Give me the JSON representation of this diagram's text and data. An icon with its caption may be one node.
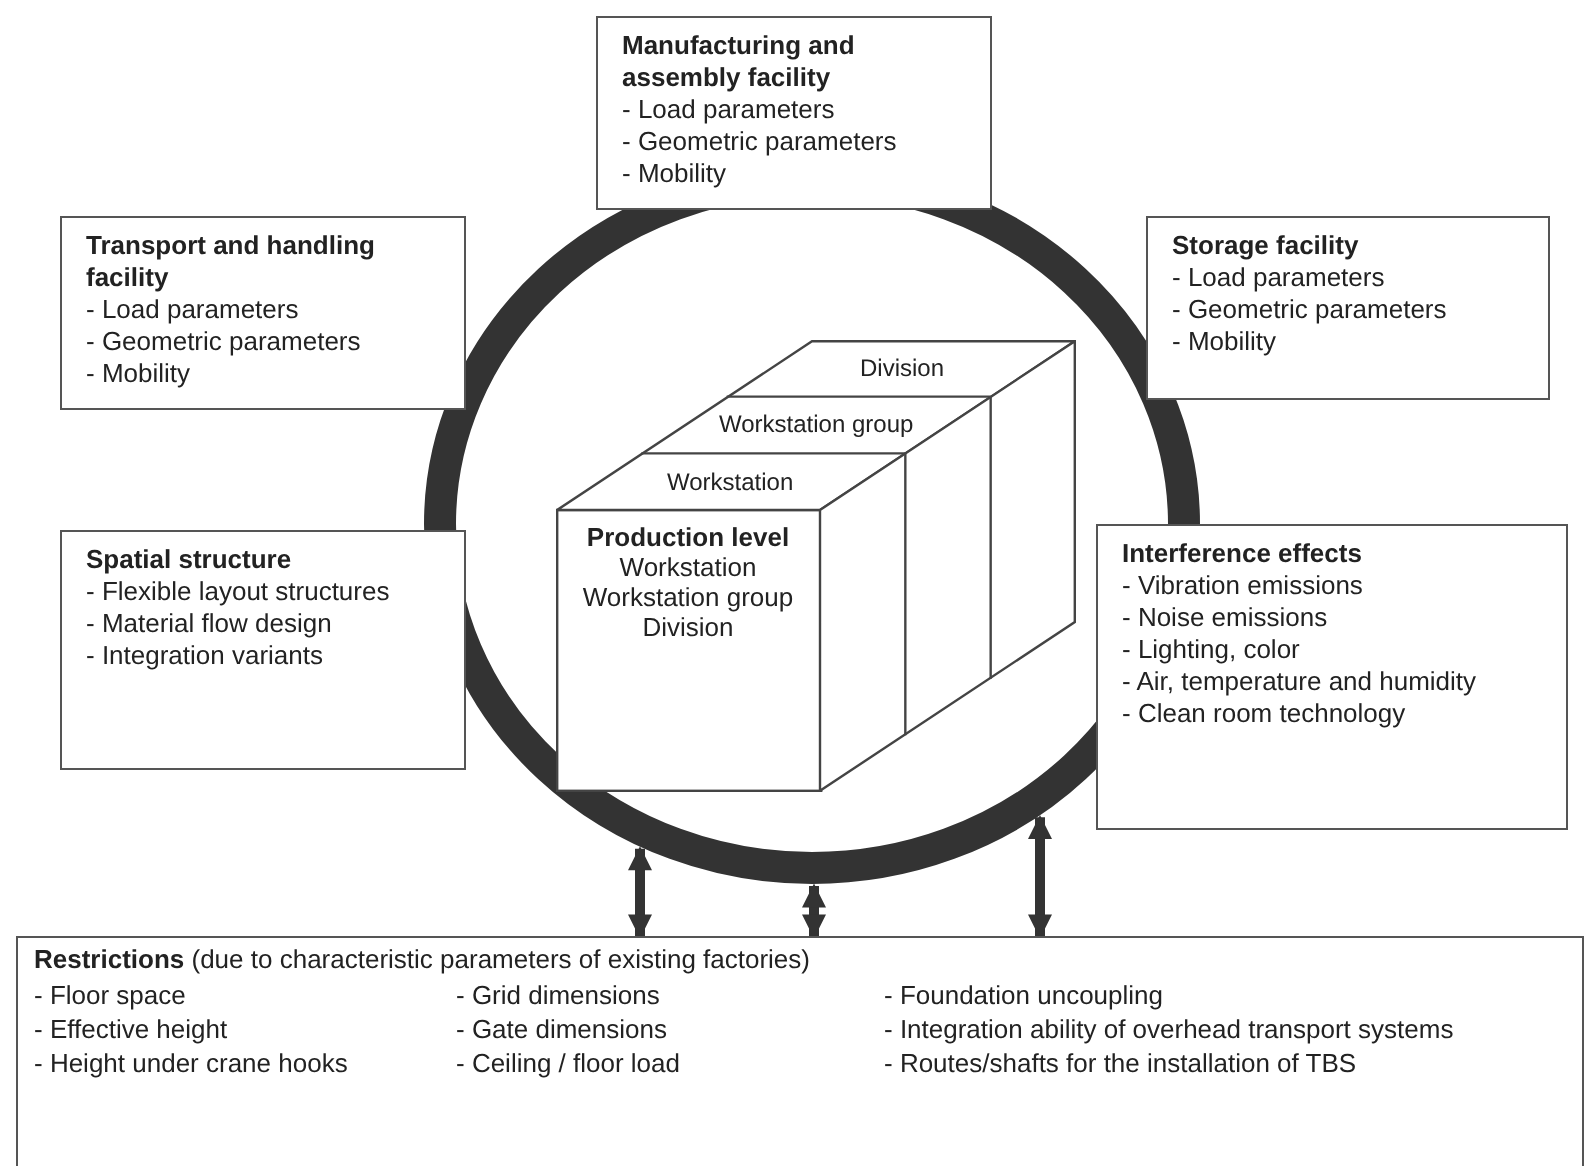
{
  "diagram": {
    "nodes": [
      {
        "text": [],
        "shape": "circle"
      },
      {
        "text": [
          "Manufacturing and assembly facility",
          "- Load parameters",
          "- Geometric parameters",
          "- Mobility"
        ]
      },
      {
        "text": [
          "Transport and handling facility",
          "- Load parameters",
          "- Geometric parameters",
          "- Mobility"
        ]
      },
      {
        "text": [
          "Storage facility",
          "- Load parameters",
          "- Geometric parameters",
          "- Mobility"
        ]
      },
      {
        "text": [
          "Production level",
          "Workstation",
          "Workstation group",
          "Division"
        ],
        "in": 0
      },
      {
        "text": [
          "Spatial structure",
          "- Flexible layout structures",
          "- Material flow design",
          "- Integration variants"
        ]
      },
      {
        "text": [
          "Interference effects",
          "- Vibration emissions",
          "- Noise emissions",
          "- Lighting, color",
          "- Air, temperature and humidity",
          "- Clean room technology"
        ]
      },
      {
        "text": [
          "**Restrictions** (due to characteristic parameters of existing factories)",
          "- Floor space",
          "- Grid dimensions",
          "- Foundation uncoupling",
          "- Effective height",
          "- Gate dimensions",
          "- Integration ability of overhead transport systems",
          "- Height under crane hooks",
          "- Ceiling / floor load",
          "- Routes/shafts for the installation of TBS"
        ]
      }
    ],
    "edges": [
      {
        "from": 0,
        "to": 7,
        "arrow": "both"
      },
      {
        "from": 0,
        "to": 7,
        "arrow": "both"
      },
      {
        "from": 0,
        "to": 7,
        "arrow": "both"
      }
    ],
    "labels": [
      "Division",
      "Workstation group",
      "Workstation"
    ]
  }
}
